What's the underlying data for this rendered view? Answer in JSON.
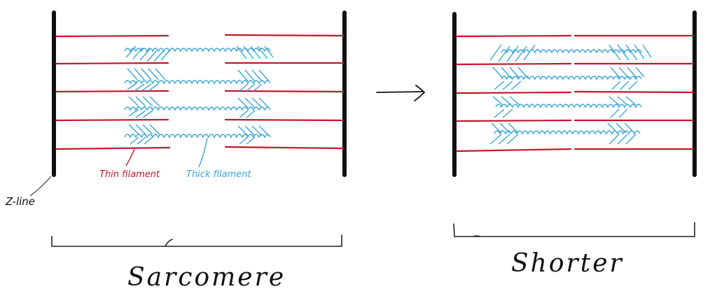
{
  "colors": {
    "thin": "#c0182b",
    "thick": "#3aa6d6",
    "line": "#111111"
  },
  "labels": {
    "thin_filament": "Thin filament",
    "thick_filament": "Thick filament",
    "z_line": "Z-line",
    "sarcomere": "Sarcomere",
    "shorter": "Shorter"
  },
  "icons": {
    "arrow": "right-arrow-icon"
  }
}
